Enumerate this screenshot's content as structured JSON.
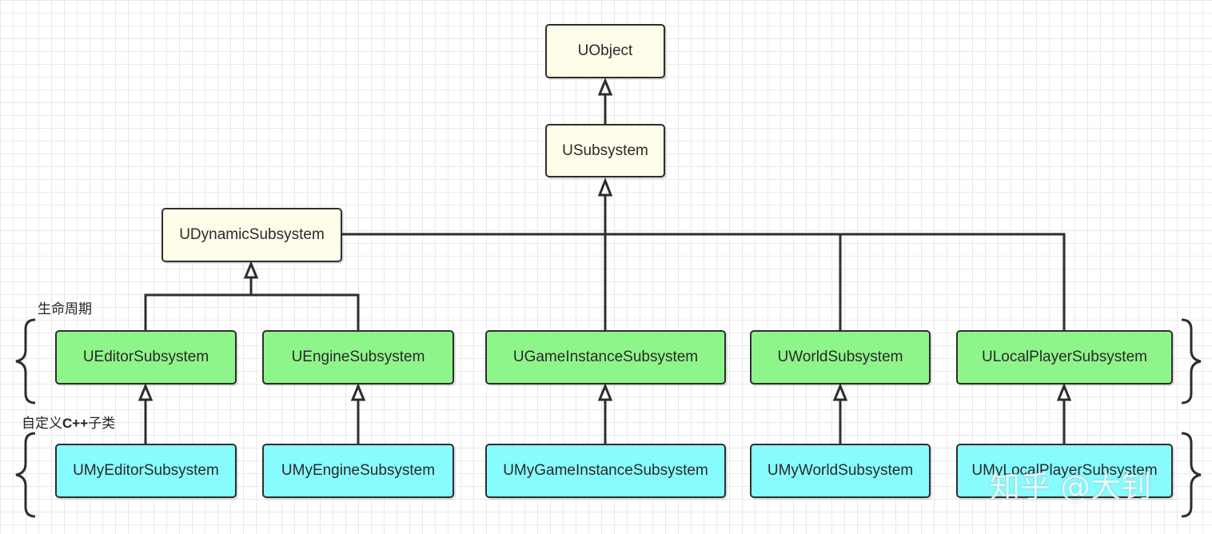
{
  "diagram": {
    "root": "UObject",
    "base": "USubsystem",
    "dynamic": "UDynamicSubsystem",
    "engine_subsystems": [
      "UEditorSubsystem",
      "UEngineSubsystem",
      "UGameInstanceSubsystem",
      "UWorldSubsystem",
      "ULocalPlayerSubsystem"
    ],
    "custom_subsystems": [
      "UMyEditorSubsystem",
      "UMyEngineSubsystem",
      "UMyGameInstanceSubsystem",
      "UMyWorldSubsystem",
      "UMyLocalPlayerSubsystem"
    ],
    "group_labels": {
      "lifecycle": "生命周期",
      "custom_prefix": "自定义",
      "custom_lang": "C++",
      "custom_suffix": "子类"
    }
  },
  "colors": {
    "base_fill": "#fdfdea",
    "subsystem_fill": "#8ef58a",
    "custom_fill": "#88fbff",
    "line": "#2e2e2e"
  },
  "watermark": "知乎 @大钊"
}
